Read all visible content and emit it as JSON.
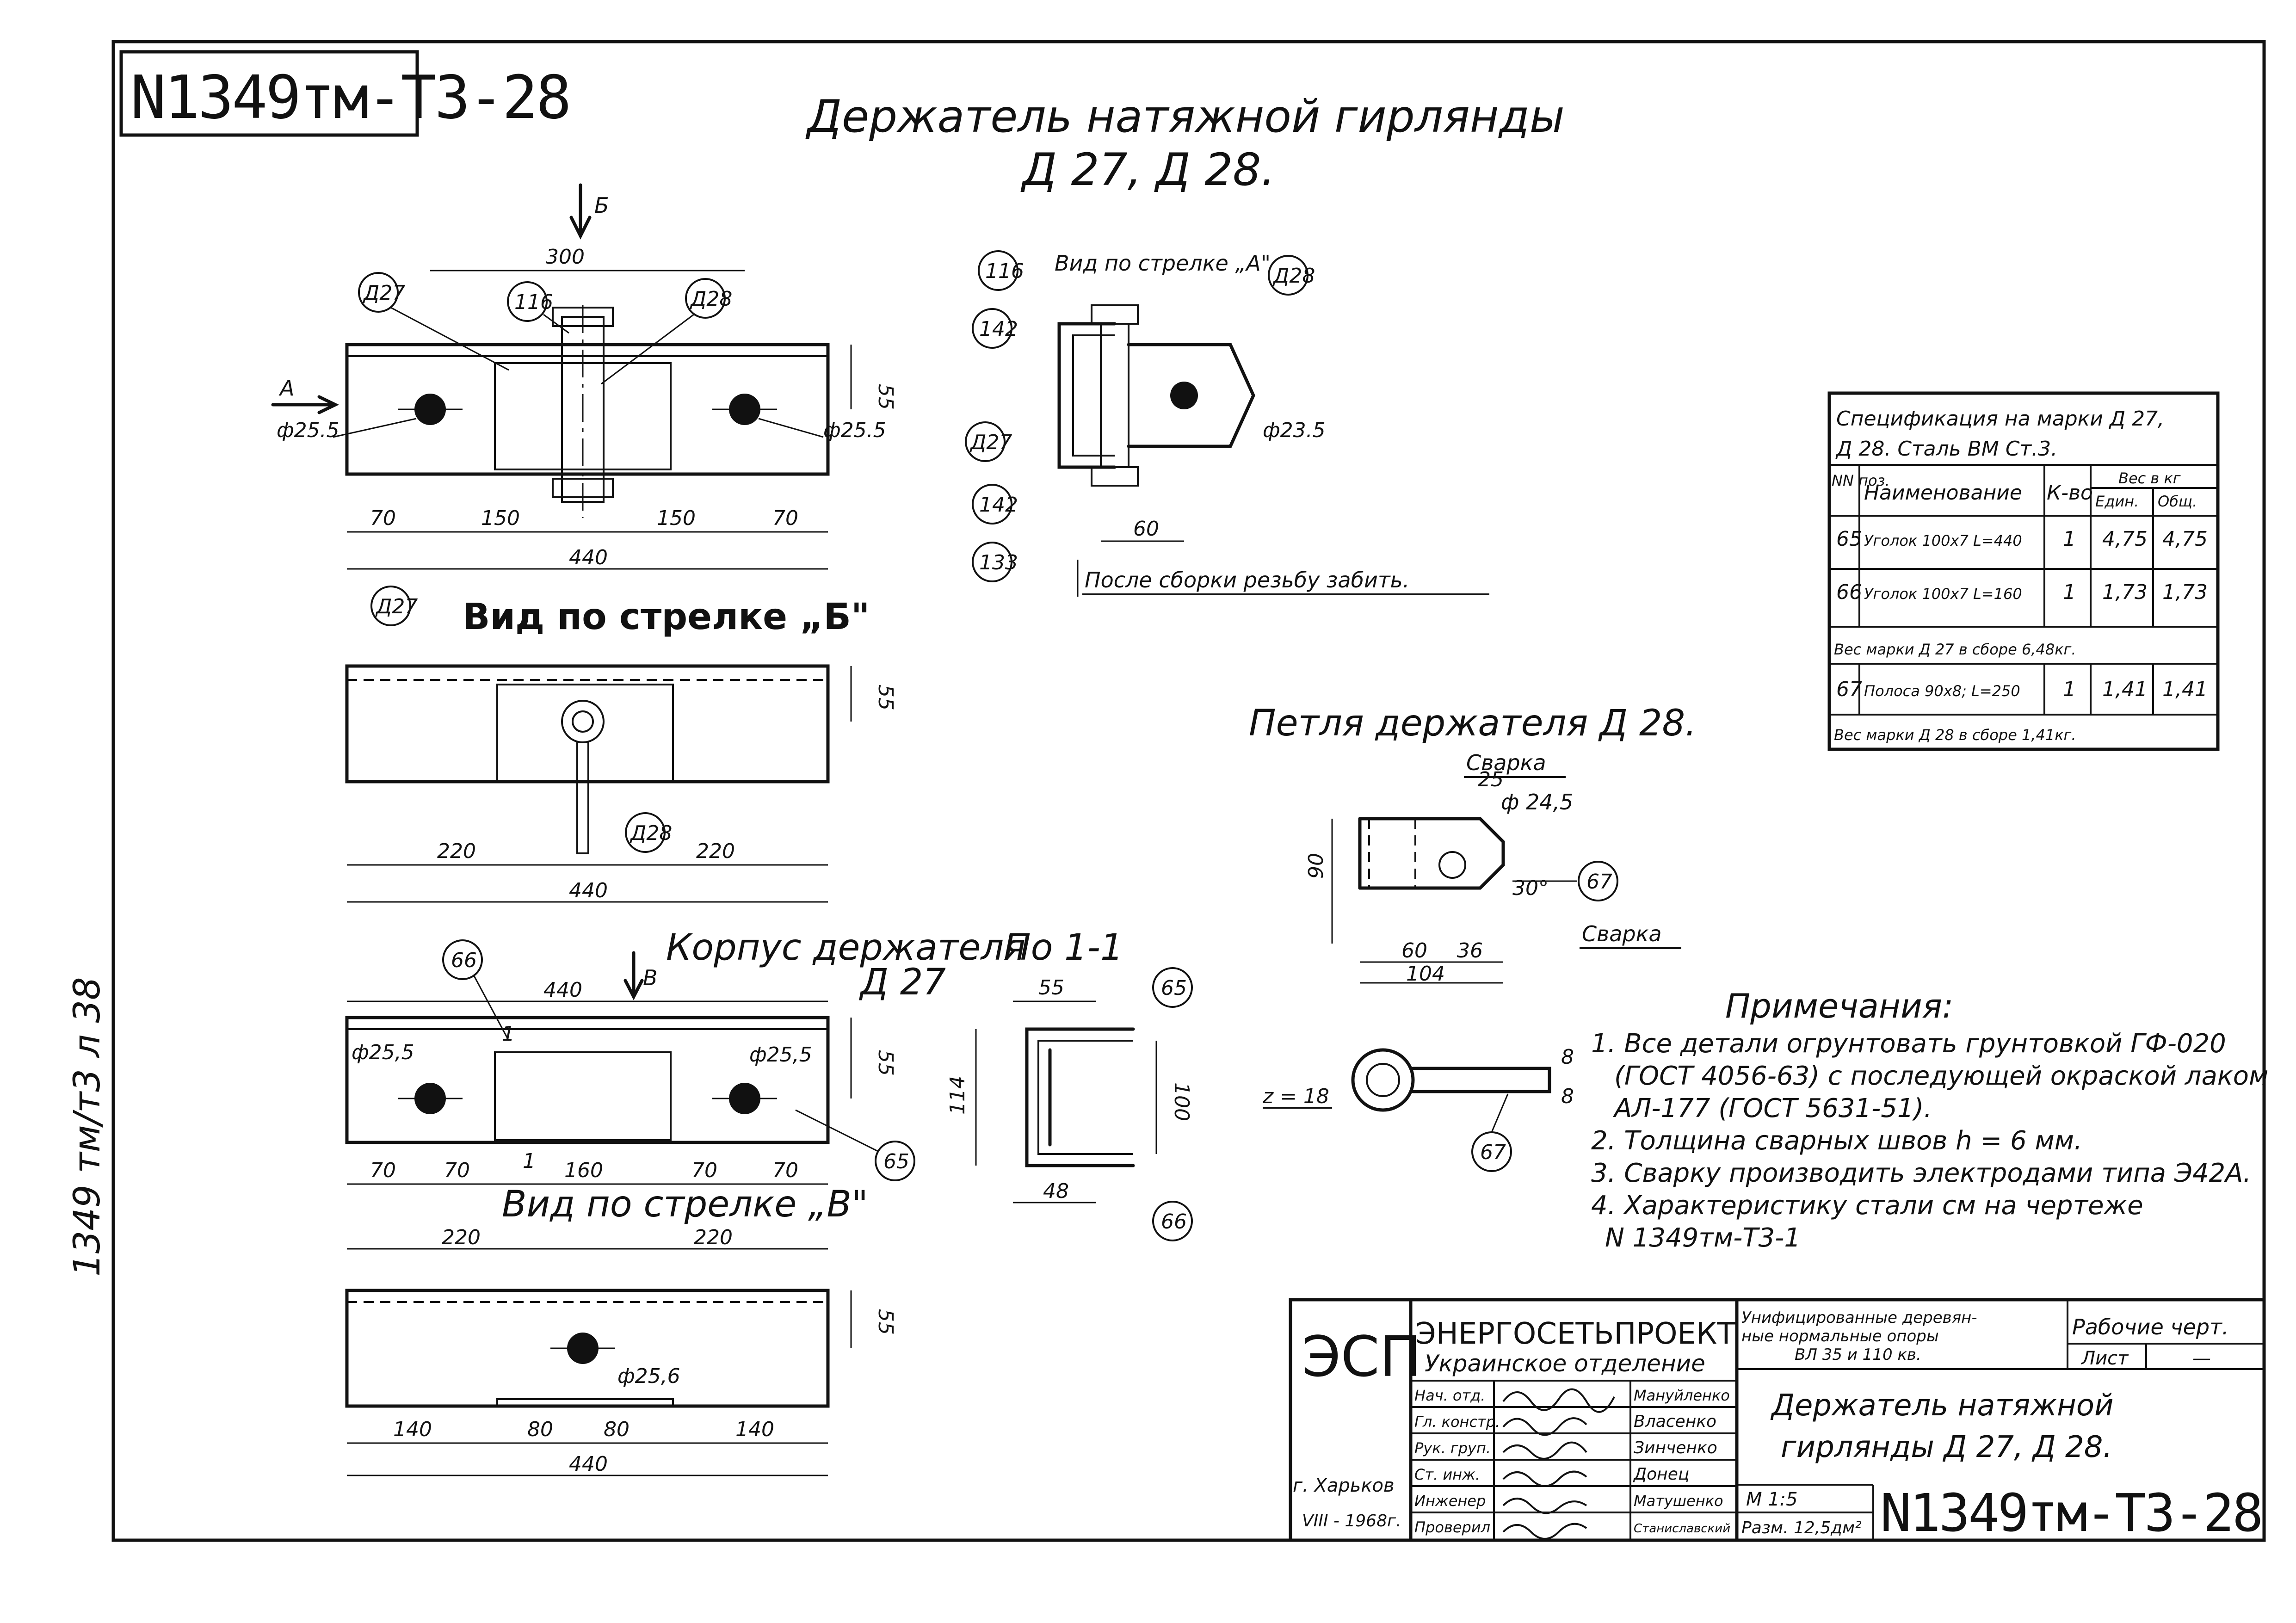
{
  "drawing_number": "N1349тм-Т3-28",
  "title": "Держатель натяжной гирлянды",
  "subtitle": "Д 27, Д 28.",
  "views": {
    "arrow_b": "Б",
    "arrow_a": "А",
    "arrow_v": "В",
    "view_a": "Вид по стрелке „А\"",
    "view_b": "Вид по стрелке „Б\"",
    "view_v": "Вид по стрелке „В\"",
    "body_title": "Корпус держателя",
    "body_mark": "Д 27",
    "section_title": "По 1-1",
    "section_mark": "1",
    "loop_title": "Петля держателя Д 28.",
    "after_assembly": "После сборки резьбу забить."
  },
  "callouts": {
    "d27": "Д27",
    "d28": "Д28",
    "p116": "116",
    "p142": "142",
    "p133": "133",
    "p65": "65",
    "p66": "66",
    "p67": "67"
  },
  "dims": {
    "d300": "300",
    "d55": "55",
    "d70": "70",
    "d150": "150",
    "d440": "440",
    "phi255": "ф25.5",
    "phi255b": "ф25,5",
    "phi256": "ф25,6",
    "d220": "220",
    "d60": "60",
    "phi235": "ф23.5",
    "d160": "160",
    "d114": "114",
    "d100": "100",
    "d48": "48",
    "d140": "140",
    "d80": "80",
    "d25": "25",
    "d90": "90",
    "d36": "36",
    "d104": "104",
    "d30": "30°",
    "phi245": "ф 24,5",
    "weld": "Сварка",
    "d8": "8",
    "z18": "z = 18"
  },
  "spec": {
    "title1": "Спецификация на марки Д 27,",
    "title2": "Д 28.  Сталь ВМ Ст.3.",
    "h_pos": "NN поз.",
    "h_name": "Наименование",
    "h_qty": "К-во",
    "h_weight": "Вес в кг",
    "h_unit": "Един.",
    "h_total": "Общ.",
    "rows": [
      {
        "pos": "65",
        "name": "Уголок 100х7 L=440",
        "qty": "1",
        "unit": "4,75",
        "total": "4,75"
      },
      {
        "pos": "66",
        "name": "Уголок 100х7 L=160",
        "qty": "1",
        "unit": "1,73",
        "total": "1,73"
      },
      {
        "pos": "67",
        "name": "Полоса 90х8; L=250",
        "qty": "1",
        "unit": "1,41",
        "total": "1,41"
      }
    ],
    "weight_d27": "Вес марки Д 27 в сборе 6,48кг.",
    "weight_d28": "Вес марки Д 28 в сборе 1,41кг."
  },
  "notes": {
    "heading": "Примечания:",
    "lines": [
      "1. Все детали огрунтовать грунтовкой ГФ-020",
      "(ГОСТ 4056-63) с последующей окраской лаком",
      "АЛ-177 (ГОСТ 5631-51).",
      "2. Толщина сварных швов h = 6 мм.",
      "3. Сварку производить электродами типа Э42А.",
      "4. Характеристику стали см на чертеже",
      "N 1349тм-Т3-1"
    ]
  },
  "margin_note": "1349 тм/т3 л 38",
  "stamp": {
    "esp": "ЭСП",
    "org": "ЭНЕРГОСЕТЬПРОЕКТ",
    "dept": "Украинское отделение",
    "project1": "Унифицированные деревян-",
    "project2": "ные нормальные опоры",
    "project3": "ВЛ 35 и 110 кв.",
    "stage": "Рабочие черт.",
    "sheet_label": "Лист",
    "sheet_value": "—",
    "name1": "Держатель натяжной",
    "name2": "гирлянды Д 27, Д 28.",
    "scale": "М 1:5",
    "size": "Разм. 12,5дм²",
    "city": "г. Харьков",
    "date": "VIII - 1968г.",
    "roles": [
      {
        "role": "Нач. отд.",
        "name": "Мануйленко"
      },
      {
        "role": "Гл. констр.",
        "name": "Власенко"
      },
      {
        "role": "Рук. груп.",
        "name": "Зинченко"
      },
      {
        "role": "Ст. инж.",
        "name": "Донец"
      },
      {
        "role": "Инженер",
        "name": "Матушенко"
      },
      {
        "role": "Проверил",
        "name": "Станиславский"
      }
    ]
  }
}
